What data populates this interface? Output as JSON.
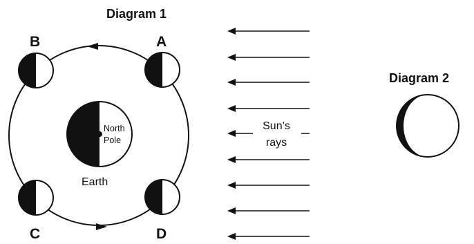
{
  "diagram1": {
    "title": "Diagram 1",
    "positions": {
      "a": "A",
      "b": "B",
      "c": "C",
      "d": "D"
    },
    "earth": {
      "label": "Earth",
      "north_pole_line1": "North",
      "north_pole_line2": "Pole"
    },
    "sun_rays": {
      "label_line1": "Sun’s",
      "label_line2": "rays",
      "count": 9
    }
  },
  "diagram2": {
    "title": "Diagram 2"
  },
  "colors": {
    "ink": "#111111",
    "background": "#ffffff"
  }
}
